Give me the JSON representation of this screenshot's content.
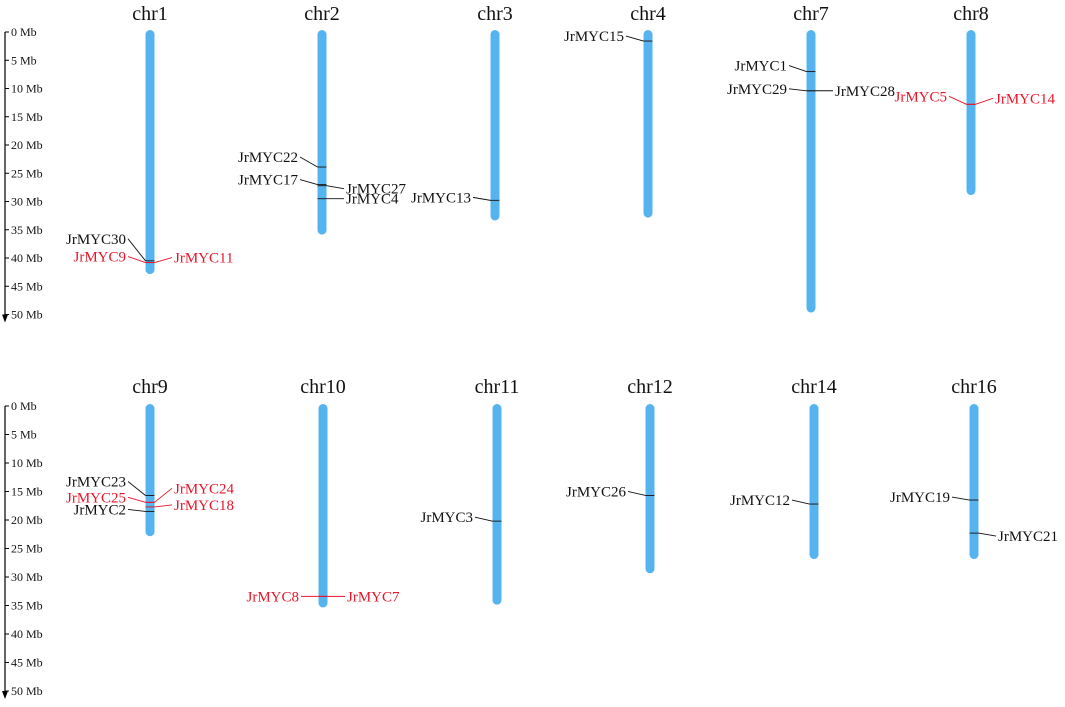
{
  "colors": {
    "chromosome": "#55b4f0",
    "black_gene": "#111111",
    "red_gene": "#e8152a",
    "axis": "#000000"
  },
  "axis": {
    "ticks": [
      "0 Mb",
      "5 Mb",
      "10 Mb",
      "15 Mb",
      "20 Mb",
      "25 Mb",
      "30 Mb",
      "35 Mb",
      "40 Mb",
      "45 Mb",
      "50 Mb"
    ],
    "max_mb": 50
  },
  "panels": [
    {
      "chromosomes": [
        {
          "name": "chr1",
          "length_mb": 42.5,
          "genes": [
            {
              "name": "JrMYC30",
              "pos_mb": 40.5,
              "side": "left",
              "color": "black"
            },
            {
              "name": "JrMYC9",
              "pos_mb": 40.8,
              "side": "left",
              "color": "red"
            },
            {
              "name": "JrMYC11",
              "pos_mb": 40.8,
              "side": "right",
              "color": "red"
            }
          ]
        },
        {
          "name": "chr2",
          "length_mb": 35.5,
          "genes": [
            {
              "name": "JrMYC22",
              "pos_mb": 23.9,
              "side": "left",
              "color": "black"
            },
            {
              "name": "JrMYC17",
              "pos_mb": 27.0,
              "side": "left",
              "color": "black"
            },
            {
              "name": "JrMYC27",
              "pos_mb": 27.2,
              "side": "right",
              "color": "black"
            },
            {
              "name": "JrMYC4",
              "pos_mb": 29.5,
              "side": "right",
              "color": "black"
            }
          ]
        },
        {
          "name": "chr3",
          "length_mb": 33,
          "genes": [
            {
              "name": "JrMYC13",
              "pos_mb": 29.8,
              "side": "left",
              "color": "black"
            }
          ]
        },
        {
          "name": "chr4",
          "length_mb": 32.5,
          "genes": [
            {
              "name": "JrMYC15",
              "pos_mb": 1.6,
              "side": "left",
              "color": "black"
            }
          ]
        },
        {
          "name": "chr7",
          "length_mb": 49.3,
          "genes": [
            {
              "name": "JrMYC1",
              "pos_mb": 7.0,
              "side": "left",
              "color": "black"
            },
            {
              "name": "JrMYC29",
              "pos_mb": 10.4,
              "side": "left",
              "color": "black"
            },
            {
              "name": "JrMYC28",
              "pos_mb": 10.4,
              "side": "right",
              "color": "black"
            }
          ]
        },
        {
          "name": "chr8",
          "length_mb": 28.5,
          "genes": [
            {
              "name": "JrMYC5",
              "pos_mb": 12.8,
              "side": "left",
              "color": "red"
            },
            {
              "name": "JrMYC14",
              "pos_mb": 12.8,
              "side": "right",
              "color": "red"
            }
          ]
        }
      ]
    },
    {
      "chromosomes": [
        {
          "name": "chr9",
          "length_mb": 22.5,
          "genes": [
            {
              "name": "JrMYC23",
              "pos_mb": 15.7,
              "side": "left",
              "color": "black"
            },
            {
              "name": "JrMYC25",
              "pos_mb": 16.9,
              "side": "left",
              "color": "red"
            },
            {
              "name": "JrMYC2",
              "pos_mb": 18.5,
              "side": "left",
              "color": "black"
            },
            {
              "name": "JrMYC24",
              "pos_mb": 16.9,
              "side": "right",
              "color": "red"
            },
            {
              "name": "JrMYC18",
              "pos_mb": 17.7,
              "side": "right",
              "color": "red"
            }
          ]
        },
        {
          "name": "chr10",
          "length_mb": 35,
          "genes": [
            {
              "name": "JrMYC8",
              "pos_mb": 33.4,
              "side": "left",
              "color": "red"
            },
            {
              "name": "JrMYC7",
              "pos_mb": 33.4,
              "side": "right",
              "color": "red"
            }
          ]
        },
        {
          "name": "chr11",
          "length_mb": 34.5,
          "genes": [
            {
              "name": "JrMYC3",
              "pos_mb": 20.2,
              "side": "left",
              "color": "black"
            }
          ]
        },
        {
          "name": "chr12",
          "length_mb": 29,
          "genes": [
            {
              "name": "JrMYC26",
              "pos_mb": 15.7,
              "side": "left",
              "color": "black"
            }
          ]
        },
        {
          "name": "chr14",
          "length_mb": 26.5,
          "genes": [
            {
              "name": "JrMYC12",
              "pos_mb": 17.2,
              "side": "left",
              "color": "black"
            }
          ]
        },
        {
          "name": "chr16",
          "length_mb": 26.5,
          "genes": [
            {
              "name": "JrMYC19",
              "pos_mb": 16.5,
              "side": "left",
              "color": "black"
            },
            {
              "name": "JrMYC21",
              "pos_mb": 22.3,
              "side": "right",
              "color": "black"
            }
          ]
        }
      ]
    }
  ]
}
